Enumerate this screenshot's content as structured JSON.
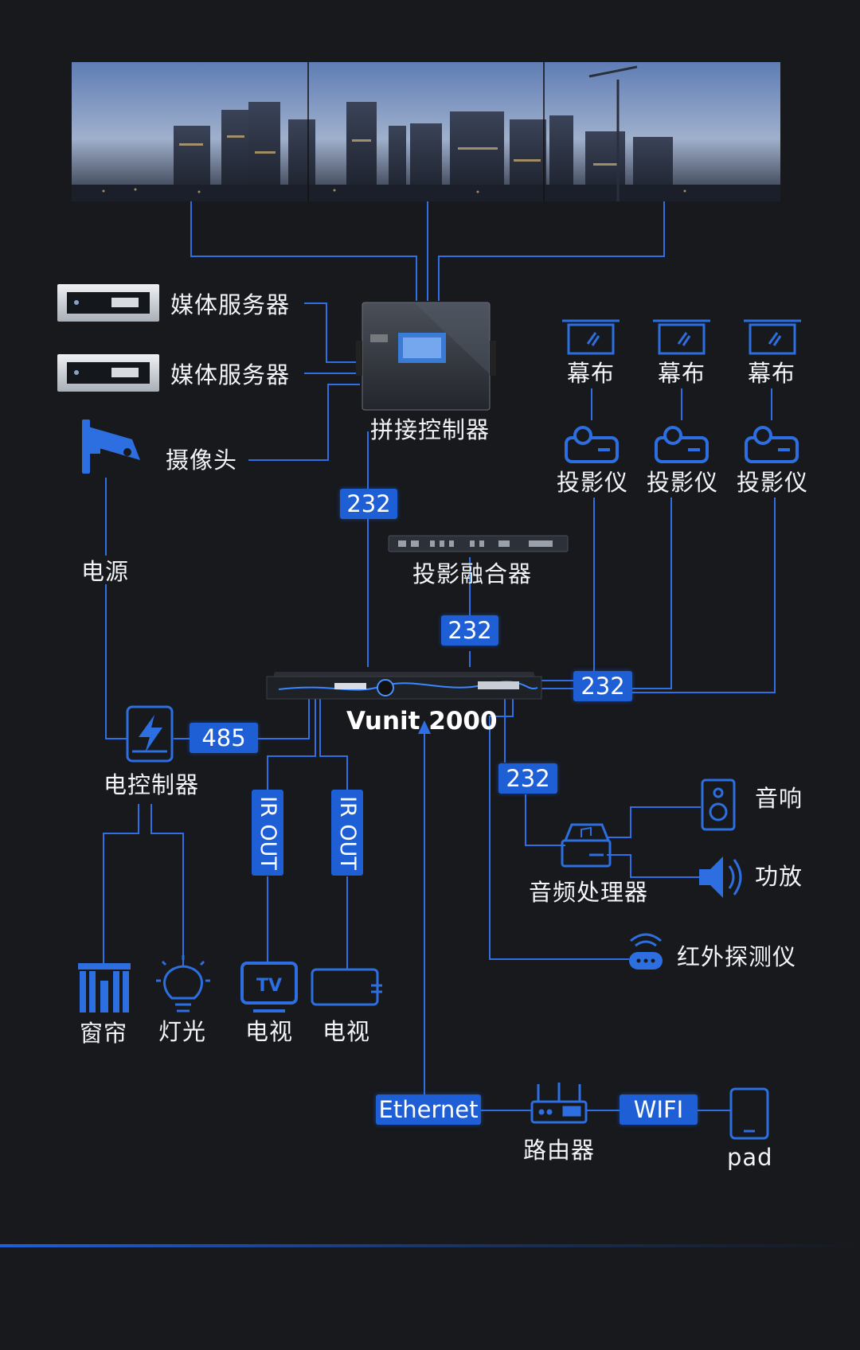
{
  "colors": {
    "background": "#17191d",
    "line": "#2f6fe6",
    "accent": "#1f5fd6",
    "text": "#f2f4f7"
  },
  "labels": {
    "media_server_1": "媒体服务器",
    "media_server_2": "媒体服务器",
    "camera": "摄像头",
    "splice_controller": "拼接控制器",
    "screen_1": "幕布",
    "screen_2": "幕布",
    "screen_3": "幕布",
    "projector_1": "投影仪",
    "projector_2": "投影仪",
    "projector_3": "投影仪",
    "power": "电源",
    "projection_fuser": "投影融合器",
    "main_unit_model": "Vunit 2000",
    "power_controller": "电控制器",
    "speaker": "音响",
    "amplifier": "功放",
    "audio_processor": "音频处理器",
    "ir_detector": "红外探测仪",
    "curtain": "窗帘",
    "light": "灯光",
    "tv_1": "电视",
    "tv_2": "电视",
    "router": "路由器",
    "pad": "pad"
  },
  "tags": {
    "rs232_controller": "232",
    "rs232_fuser": "232",
    "rs232_projectors": "232",
    "rs232_audio": "232",
    "rs485": "485",
    "ir_out_1": "IR OUT",
    "ir_out_2": "IR OUT",
    "ethernet": "Ethernet",
    "wifi": "WIFI"
  },
  "icons": {
    "video_wall": "city-skyline-video-wall",
    "media_server": "rack-server-icon",
    "camera": "security-camera-icon",
    "screen": "projection-screen-icon",
    "projector": "projector-icon",
    "power_controller": "power-controller-icon",
    "speaker": "speaker-icon",
    "amplifier": "volume-icon",
    "audio_processor": "audio-processor-icon",
    "ir_detector": "ir-sensor-icon",
    "curtain": "curtain-icon",
    "light": "lightbulb-icon",
    "tv": "tv-icon",
    "router": "router-icon",
    "pad": "tablet-icon"
  }
}
